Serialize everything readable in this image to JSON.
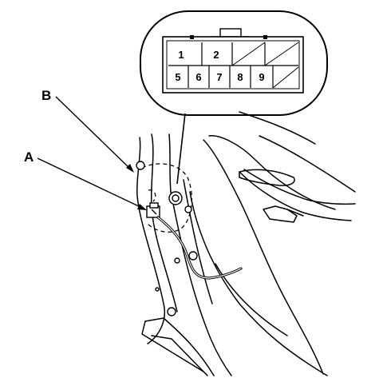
{
  "callouts": {
    "a": "A",
    "b": "B"
  },
  "connector": {
    "pins_top": [
      "1",
      "2"
    ],
    "pins_bottom": [
      "5",
      "6",
      "7",
      "8",
      "9"
    ]
  },
  "colors": {
    "line": "#000000",
    "background": "#ffffff"
  }
}
